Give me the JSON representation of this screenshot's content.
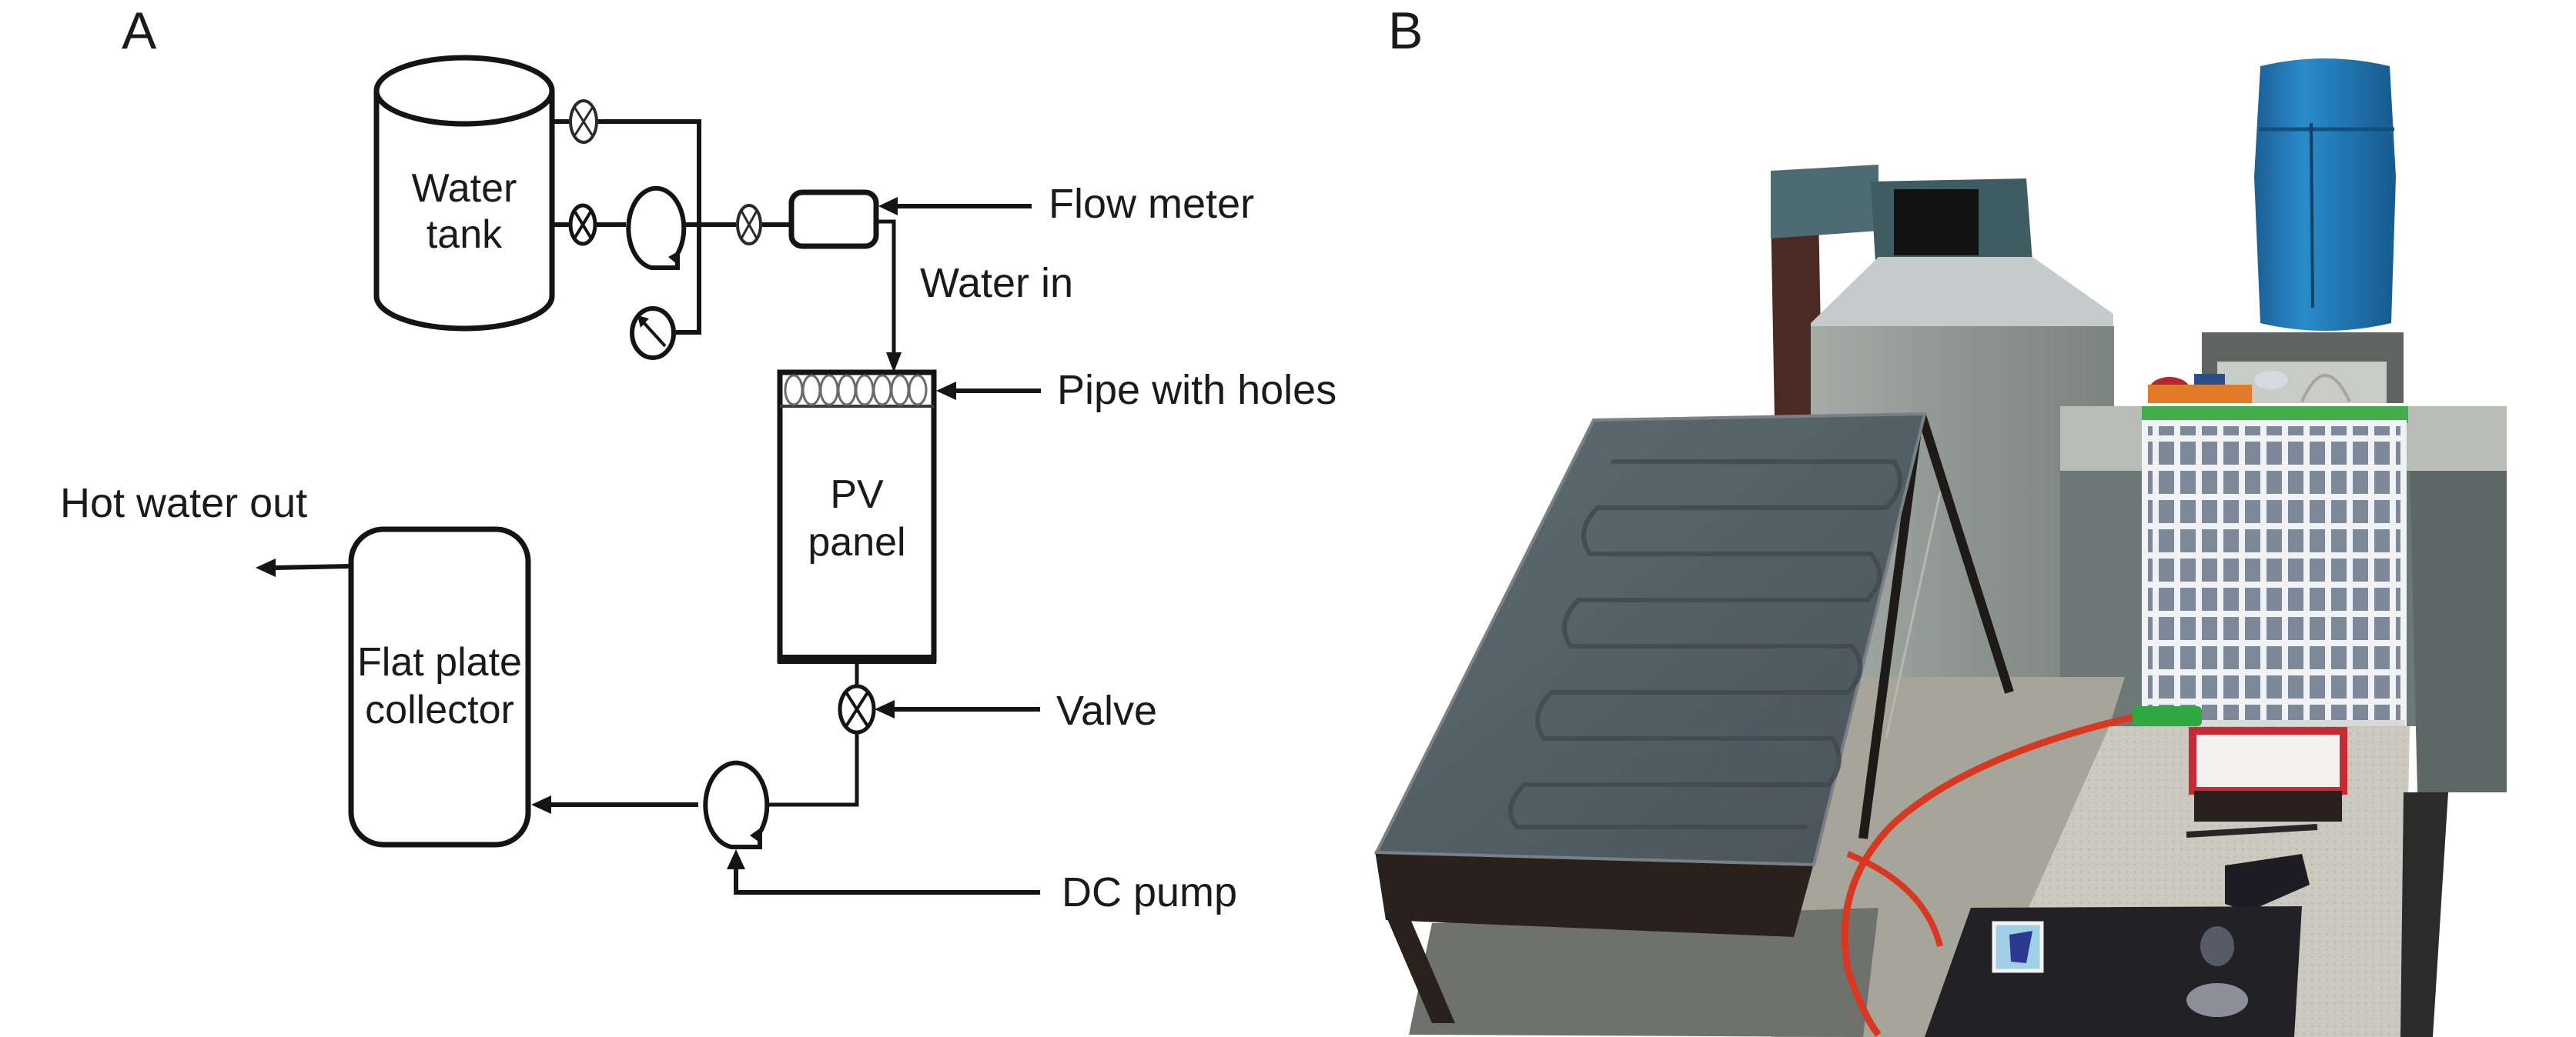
{
  "figure": {
    "panels": {
      "A": {
        "label": "A",
        "type": "schematic",
        "components": {
          "water_tank": [
            "Water",
            "tank"
          ],
          "pv_panel": [
            "PV",
            "panel"
          ],
          "flat_plate_collector": [
            "Flat plate",
            "collector"
          ]
        },
        "callouts": {
          "flow_meter": "Flow meter",
          "water_in": "Water in",
          "pipe_with_holes": "Pipe with holes",
          "valve": "Valve",
          "dc_pump": "DC pump",
          "hot_water_out": "Hot water out"
        }
      },
      "B": {
        "label": "B",
        "type": "photograph",
        "description": "Experimental setup photo: flat plate collector, metal water tank, blue water barrel, PV panel, measuring instruments",
        "colors": {
          "collector_glass": "#4f5b63",
          "collector_frame": "#2a201c",
          "barrel": "#1f78b8",
          "metal_tank": "#8e9693",
          "concrete": "#c9c6bd",
          "block": "#6f7a77",
          "pv_cells": "#7b8798",
          "green_bar": "#3fae49",
          "hose": "#d8381f",
          "instrument_case": "#222126"
        }
      }
    }
  }
}
